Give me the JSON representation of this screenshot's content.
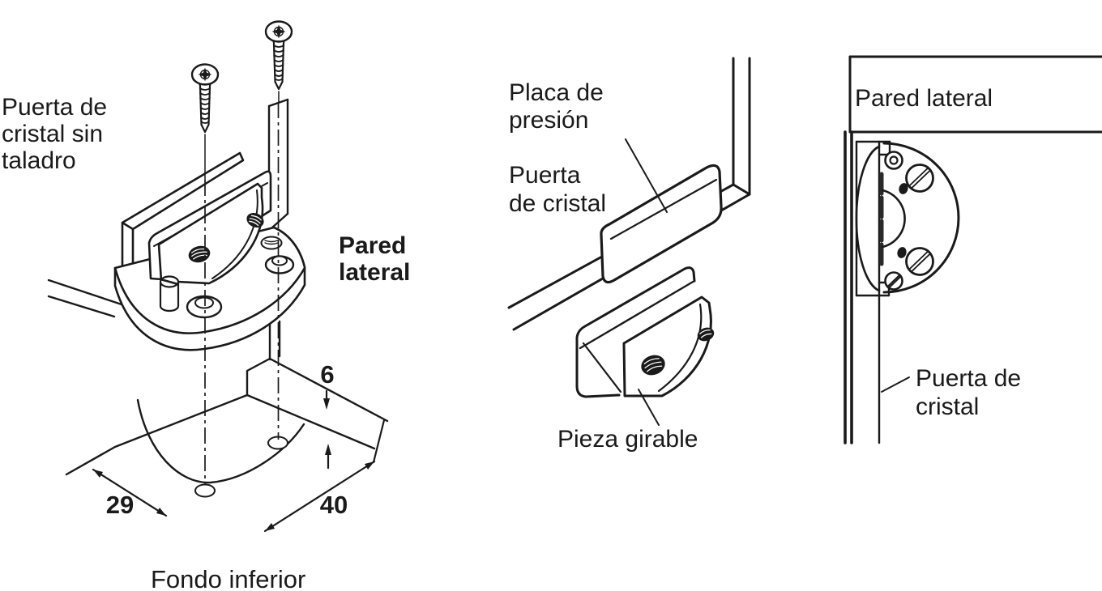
{
  "style": {
    "background": "#ffffff",
    "line_color": "#1a1a1a"
  },
  "left": {
    "title_lines": [
      "Puerta de",
      "cristal sin",
      "taladro"
    ],
    "wall_label_lines": [
      "Pared",
      "lateral"
    ],
    "dim_depth": "29",
    "dim_width": "40",
    "dim_thickness": "6",
    "caption": "Fondo inferior"
  },
  "middle": {
    "pressure_plate_lines": [
      "Placa de",
      "presión"
    ],
    "glass_door_lines": [
      "Puerta",
      "de cristal"
    ],
    "rotating_piece_label": "Pieza girable"
  },
  "right": {
    "wall_label": "Pared lateral",
    "glass_door_lines": [
      "Puerta de",
      "cristal"
    ]
  }
}
